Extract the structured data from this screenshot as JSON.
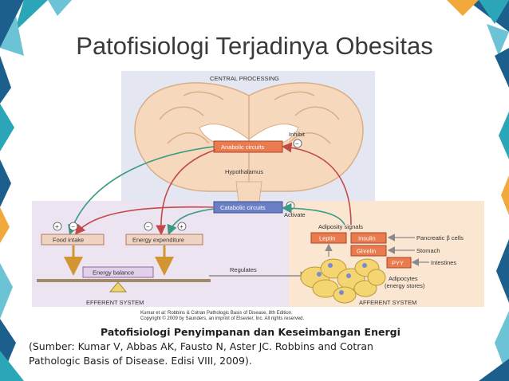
{
  "slide": {
    "title": "Patofisiologi Terjadinya Obesitas",
    "accent_colors": {
      "blue": "#1d5f8c",
      "teal": "#2aa6b8",
      "gold": "#f2a93b"
    }
  },
  "figure": {
    "central_processing": "CENTRAL PROCESSING",
    "inhibit": "Inhibit",
    "activate": "Activate",
    "anabolic": "Anabolic circuits",
    "hypothalamus": "Hypothalamus",
    "catabolic": "Catabolic circuits",
    "food_intake": "Food intake",
    "energy_expenditure": "Energy expenditure",
    "energy_balance": "Energy balance",
    "efferent": "EFFERENT SYSTEM",
    "regulates": "Regulates",
    "adiposity_signals": "Adiposity signals",
    "leptin": "Leptin",
    "insulin": "Insulin",
    "ghrelin": "Ghrelin",
    "pyy": "PYY",
    "pancreatic": "Pancreatic β cells",
    "stomach": "Stomach",
    "intestines": "Intestines",
    "adipocytes": "Adipocytes",
    "energy_stores": "(energy stores)",
    "afferent": "AFFERENT SYSTEM",
    "plus": "+",
    "minus": "−",
    "credit1": "Kumar et al: Robbins & Cotran Pathologic Basis of Disease, 8th Edition.",
    "credit2": "Copyright © 2009 by Saunders, an imprint of Elsevier, Inc. All rights reserved."
  },
  "caption": {
    "heading": "Patofisiologi Penyimpanan dan Keseimbangan Energi",
    "line1": "(Sumber: Kumar V, Abbas AK, Fausto N, Aster JC. Robbins and Cotran",
    "line2": "Pathologic Basis of Disease. Edisi VIII, 2009)."
  }
}
